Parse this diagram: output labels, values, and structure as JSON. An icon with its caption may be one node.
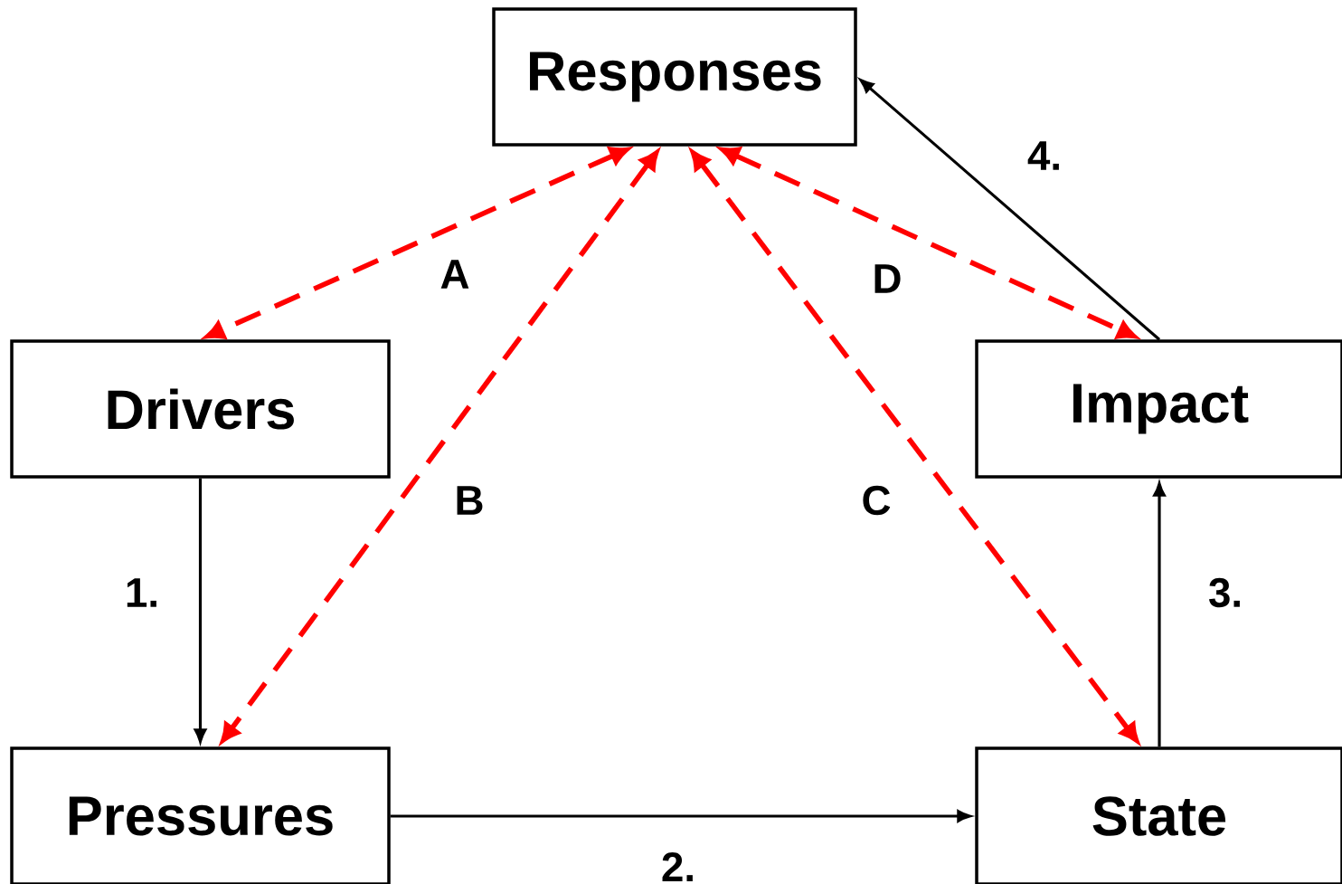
{
  "diagram": {
    "nodes": [
      {
        "text": [
          "Responses"
        ]
      },
      {
        "text": [
          "Drivers"
        ]
      },
      {
        "text": [
          "Impact"
        ]
      },
      {
        "text": [
          "Pressures"
        ]
      },
      {
        "text": [
          "State"
        ]
      }
    ],
    "edges": [
      {
        "from": 1,
        "to": 3,
        "arrow": "to",
        "label": "1."
      },
      {
        "from": 3,
        "to": 4,
        "arrow": "to",
        "label": "2."
      },
      {
        "from": 4,
        "to": 2,
        "arrow": "to",
        "label": "3."
      },
      {
        "from": 2,
        "to": 0,
        "arrow": "to",
        "label": "4."
      },
      {
        "from": 0,
        "to": 1,
        "arrow": "both",
        "label": "A",
        "style": "dashed",
        "color": "#ff0000"
      },
      {
        "from": 0,
        "to": 3,
        "arrow": "both",
        "label": "B",
        "style": "dashed",
        "color": "#ff0000"
      },
      {
        "from": 0,
        "to": 4,
        "arrow": "both",
        "label": "C",
        "style": "dashed",
        "color": "#ff0000"
      },
      {
        "from": 0,
        "to": 2,
        "arrow": "both",
        "label": "D",
        "style": "dashed",
        "color": "#ff0000"
      }
    ]
  }
}
